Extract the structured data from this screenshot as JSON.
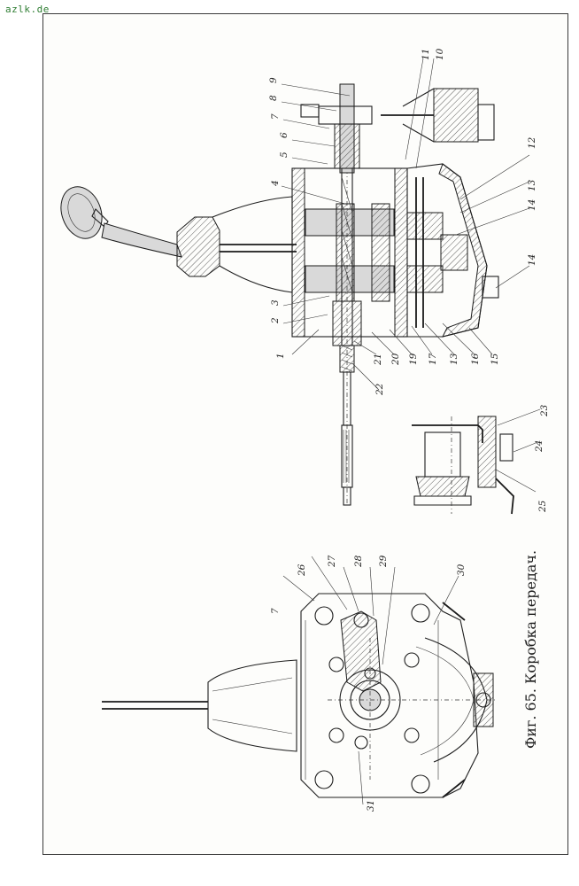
{
  "watermark": "azlk.de",
  "caption": "Фиг. 65. Коробка передач.",
  "callouts": {
    "c1": "1",
    "c2": "2",
    "c3": "3",
    "c4": "4",
    "c5": "5",
    "c6": "6",
    "c7": "7",
    "c8": "8",
    "c9": "9",
    "c10": "10",
    "c11": "11",
    "c12": "12",
    "c13a": "13",
    "c14a": "14",
    "c13b": "13",
    "c14b": "14",
    "c15": "15",
    "c16": "16",
    "c17": "17",
    "c19": "19",
    "c20": "20",
    "c21": "21",
    "c22": "22",
    "c23": "23",
    "c24": "24",
    "c25": "25",
    "c26": "26",
    "c27": "27",
    "c28": "28",
    "c29": "29",
    "c30": "30",
    "c31": "31",
    "c7b": "7"
  }
}
